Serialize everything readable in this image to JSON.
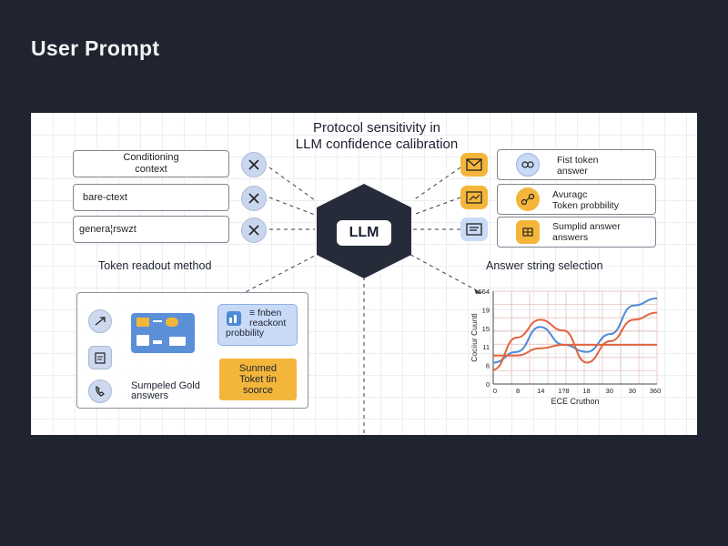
{
  "header": {
    "title": "User Prompt"
  },
  "diagram": {
    "title_line1": "Protocol sensitivity in",
    "title_line2": "LLM confidence calibration",
    "center_label": "LLM",
    "left_inputs": [
      {
        "line1": "Conditioning",
        "line2": "context"
      },
      {
        "line1": "bare-ctext"
      },
      {
        "line1": "genera¦rswzt"
      }
    ],
    "right_outputs": [
      {
        "line1": "Fist token",
        "line2": "answer"
      },
      {
        "line1": "Avuragc",
        "line2": "Token probbility"
      },
      {
        "line1": "Sumplid answer",
        "line2": "answers"
      }
    ],
    "token_readout": {
      "label": "Token readout method",
      "info_box": {
        "line1": "≡ fnben",
        "line2": "reackont",
        "line3": "probbility"
      },
      "yellow_box": {
        "line1": "Sunmed",
        "line2": "Toket tin",
        "line3": "soorce"
      },
      "gold_label": {
        "line1": "Sumpeled Gold",
        "line2": "answers"
      }
    },
    "colors": {
      "dark": "#1f2430",
      "yellow": "#f4b63a",
      "blue": "#5b8fd8",
      "light_blue": "#c8daf6",
      "orange_line": "#e0643f",
      "blue_line": "#4c8bd6"
    }
  },
  "chart_data": {
    "type": "line",
    "title": "Answer string selection",
    "xlabel": "ECE Cruthon",
    "ylabel": "Cociiur Cuuntl",
    "x_ticks": [
      "0",
      "8",
      "14",
      "1?8",
      "18",
      "30",
      "30",
      "360"
    ],
    "y_ticks": [
      "0",
      "6",
      "11",
      "15",
      "19",
      "564"
    ],
    "series": [
      {
        "color": "#4c8bd6",
        "points": [
          [
            0,
            6
          ],
          [
            1,
            9
          ],
          [
            2,
            16
          ],
          [
            3,
            11
          ],
          [
            4,
            9
          ],
          [
            5,
            14
          ],
          [
            6,
            22
          ],
          [
            7,
            24
          ]
        ]
      },
      {
        "color": "#e0643f",
        "points": [
          [
            0,
            4
          ],
          [
            1,
            13
          ],
          [
            2,
            18
          ],
          [
            3,
            15
          ],
          [
            4,
            6
          ],
          [
            5,
            12
          ],
          [
            6,
            18
          ],
          [
            7,
            20
          ]
        ]
      },
      {
        "color": "#e0643f",
        "points": [
          [
            0,
            8
          ],
          [
            1,
            8
          ],
          [
            2,
            10
          ],
          [
            3,
            11
          ],
          [
            4,
            11
          ],
          [
            5,
            11
          ],
          [
            6,
            11
          ],
          [
            7,
            11
          ]
        ]
      }
    ]
  }
}
